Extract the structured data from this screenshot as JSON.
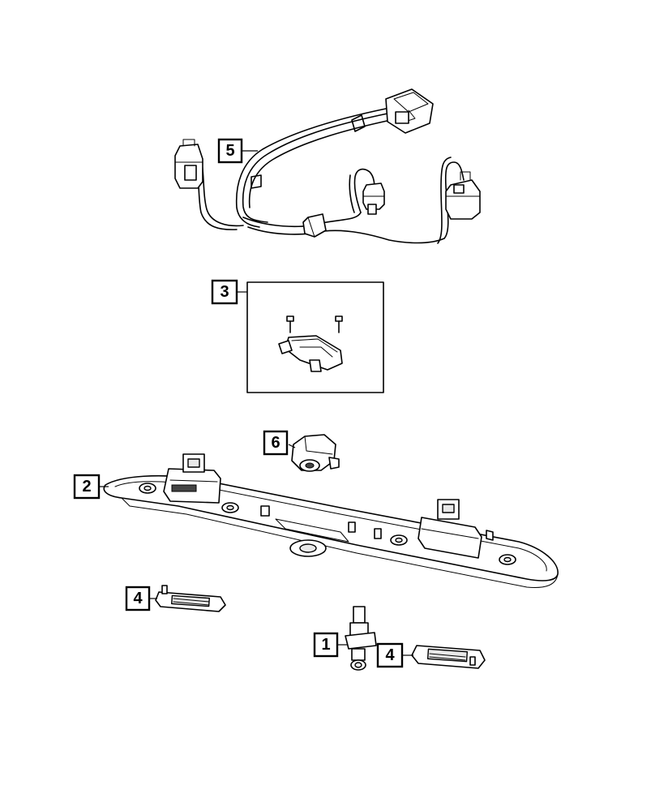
{
  "callouts": {
    "c1": "1",
    "c2": "2",
    "c3": "3",
    "c4a": "4",
    "c4b": "4",
    "c5": "5",
    "c6": "6"
  },
  "colors": {
    "line": "#000000",
    "background": "#ffffff",
    "shade": "#e9e9e9"
  }
}
